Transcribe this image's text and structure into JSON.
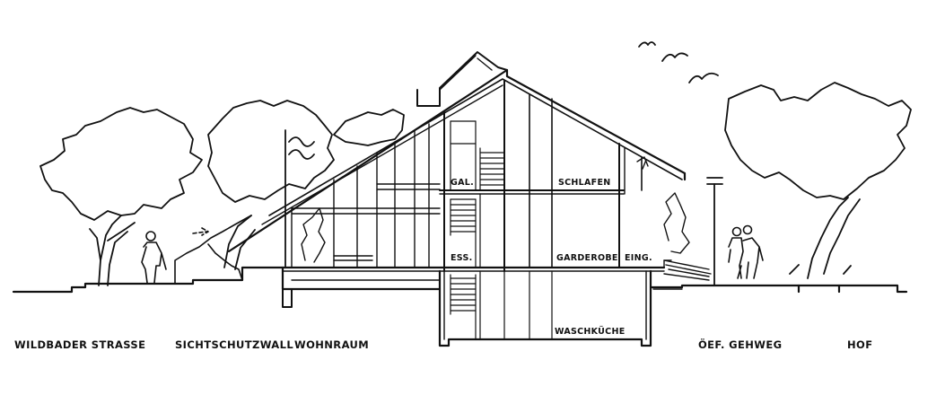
{
  "labels": {
    "street": "WILDBADER STRASSE",
    "screen_wall": "SICHTSCHUTZWALL",
    "living_room": "WOHNRAUM",
    "public_walkway": "ÖEF. GEHWEG",
    "courtyard": "HOF",
    "gallery": "GAL.",
    "bedroom": "SCHLAFEN",
    "dining": "ESS.",
    "wardrobe": "GARDEROBE",
    "entrance": "EING.",
    "laundry": "WASCHKÜCHE"
  },
  "colors": {
    "ink": "#111111",
    "paper": "#ffffff"
  }
}
